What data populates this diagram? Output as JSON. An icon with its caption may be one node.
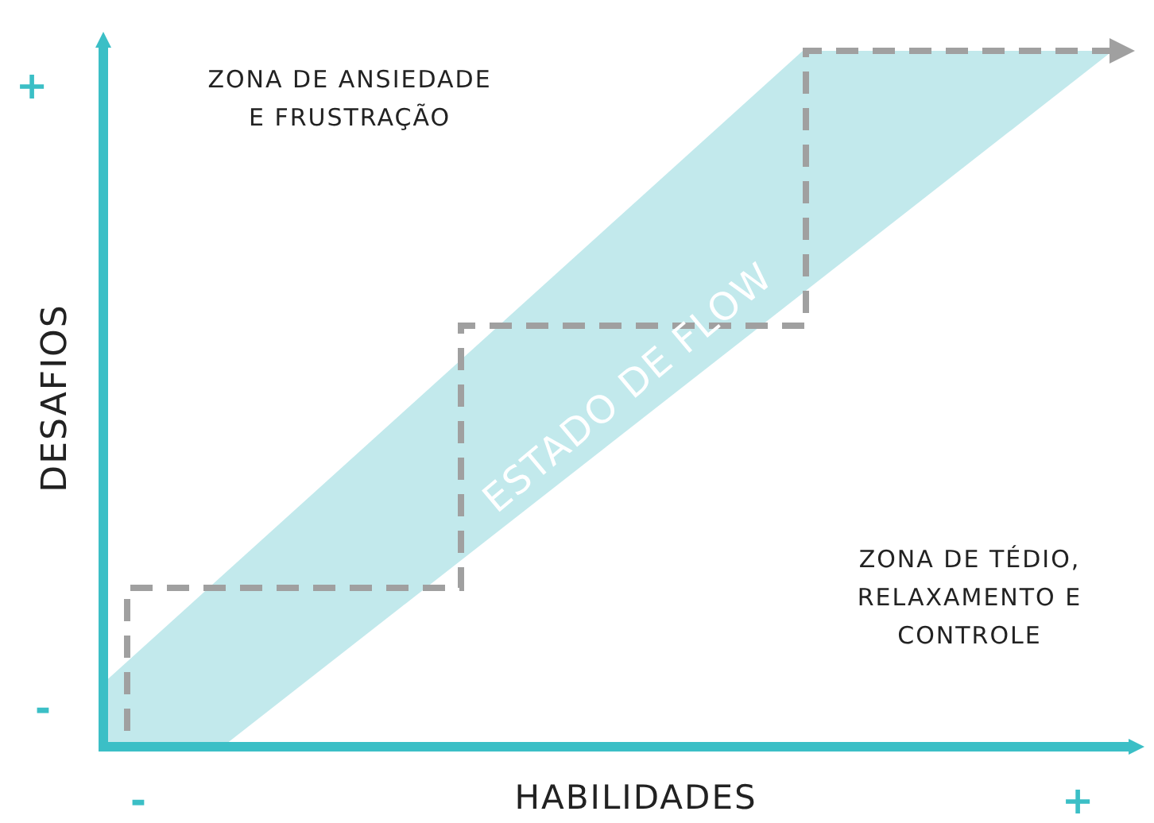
{
  "diagram": {
    "labels": [
      "+",
      "ZONA DE ANSIEDADE E FRUSTRAÇÃO",
      "DESAFIOS",
      "ESTADO DE FLOW",
      "ZONA DE TÉDIO, RELAXAMENTO E CONTROLE",
      "-",
      "-",
      "HABILIDADES",
      "+"
    ]
  }
}
